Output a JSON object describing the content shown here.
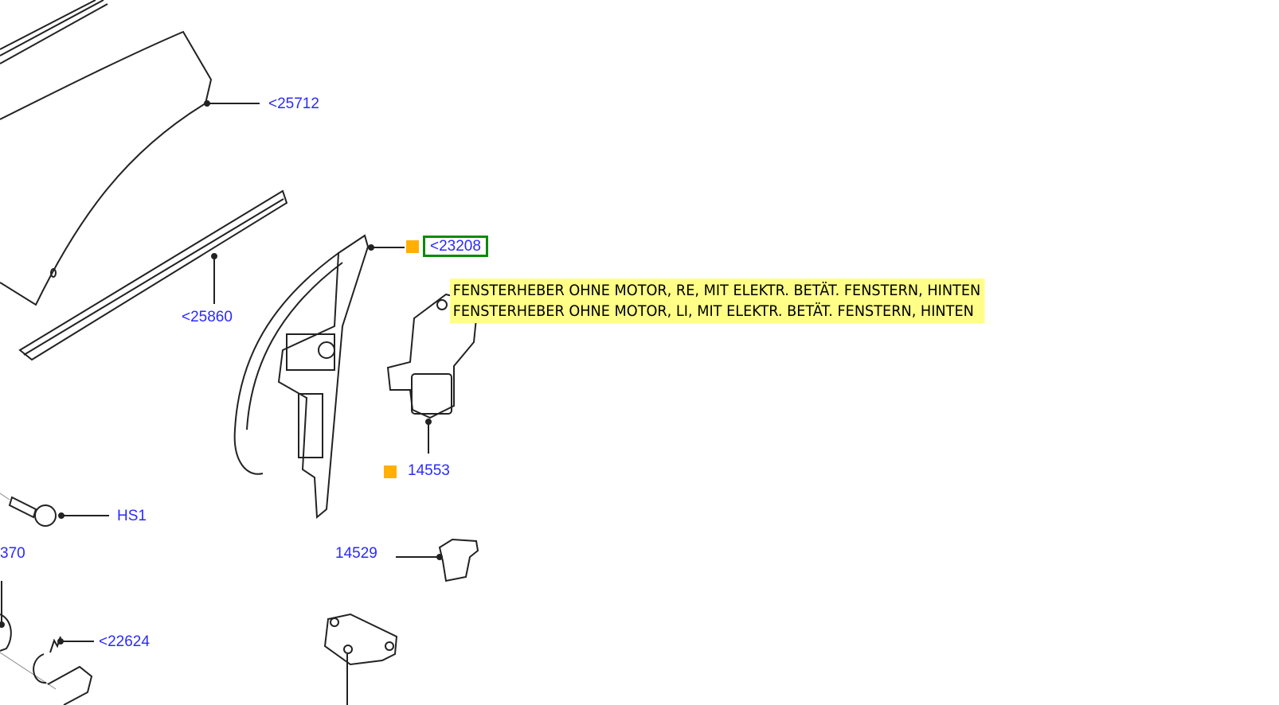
{
  "callouts": [
    {
      "id": "25712",
      "label": "<25712"
    },
    {
      "id": "25860",
      "label": "<25860"
    },
    {
      "id": "23208",
      "label": "<23208",
      "selected": true,
      "marked": true
    },
    {
      "id": "14553",
      "label": "14553",
      "marked": true
    },
    {
      "id": "HS1",
      "label": "HS1"
    },
    {
      "id": "370",
      "label": "370"
    },
    {
      "id": "14529",
      "label": "14529"
    },
    {
      "id": "22624",
      "label": "<22624"
    }
  ],
  "tooltip": {
    "lines": [
      "FENSTERHEBER OHNE MOTOR, RE, MIT ELEKTR. BETÄT. FENSTERN, HINTEN",
      "FENSTERHEBER OHNE MOTOR, LI, MIT ELEKTR. BETÄT. FENSTERN, HINTEN"
    ]
  },
  "colors": {
    "callout": "#2a2aff",
    "marker": "#ffb000",
    "selection": "#0a8a0a",
    "tooltip_bg": "#ffff88"
  }
}
